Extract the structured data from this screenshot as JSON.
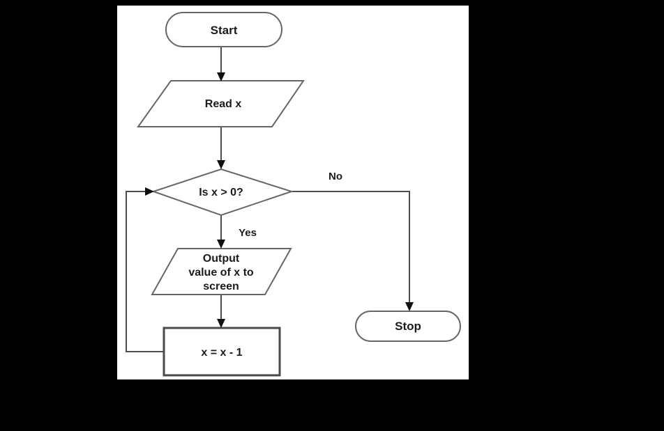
{
  "page": {
    "background_color": "#000000",
    "canvas_color": "#ffffff"
  },
  "flowchart": {
    "nodes": [
      {
        "id": "start",
        "type": "terminator",
        "label": "Start"
      },
      {
        "id": "read-x",
        "type": "input-output",
        "label": "Read x"
      },
      {
        "id": "decision",
        "type": "decision",
        "label": "Is x > 0?"
      },
      {
        "id": "output",
        "type": "input-output",
        "label": "Output value of x to screen",
        "lines": [
          "Output",
          "value of x to",
          "screen"
        ]
      },
      {
        "id": "decrement",
        "type": "process",
        "label": "x = x - 1"
      },
      {
        "id": "stop",
        "type": "terminator",
        "label": "Stop"
      }
    ],
    "edges": [
      {
        "from": "start",
        "to": "read-x",
        "label": ""
      },
      {
        "from": "read-x",
        "to": "decision",
        "label": ""
      },
      {
        "from": "decision",
        "to": "output",
        "label": "Yes"
      },
      {
        "from": "decision",
        "to": "stop",
        "label": "No"
      },
      {
        "from": "output",
        "to": "decrement",
        "label": ""
      },
      {
        "from": "decrement",
        "to": "decision",
        "label": ""
      }
    ],
    "colors": {
      "shape_border": "#666666",
      "process_border": "#4a4a4a",
      "line": "#4d4d4d",
      "arrowhead": "#111111",
      "text": "#1b1b1b"
    }
  }
}
